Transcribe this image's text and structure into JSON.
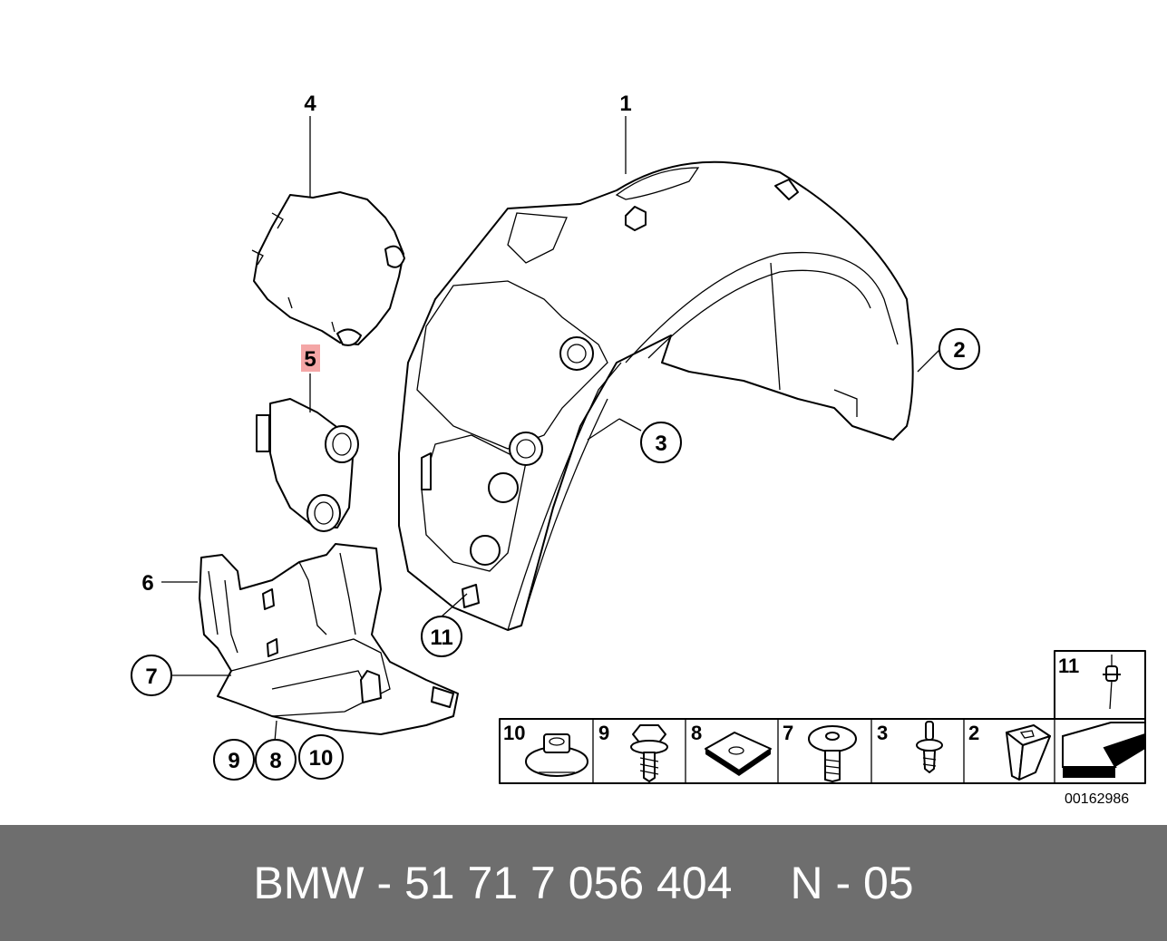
{
  "diagram": {
    "callouts": {
      "c1": "1",
      "c2": "2",
      "c3": "3",
      "c4": "4",
      "c5": "5",
      "c6": "6",
      "c7": "7",
      "c8": "8",
      "c9": "9",
      "c10": "10",
      "c11": "11"
    },
    "highlight_color": "#f4a6a6",
    "legend": {
      "top_cell": "11",
      "cells": [
        "10",
        "9",
        "8",
        "7",
        "3",
        "2"
      ]
    },
    "reference_number": "00162986"
  },
  "footer": {
    "part_number": "BMW - 51 71 7 056 404",
    "page_code": "N - 05"
  }
}
